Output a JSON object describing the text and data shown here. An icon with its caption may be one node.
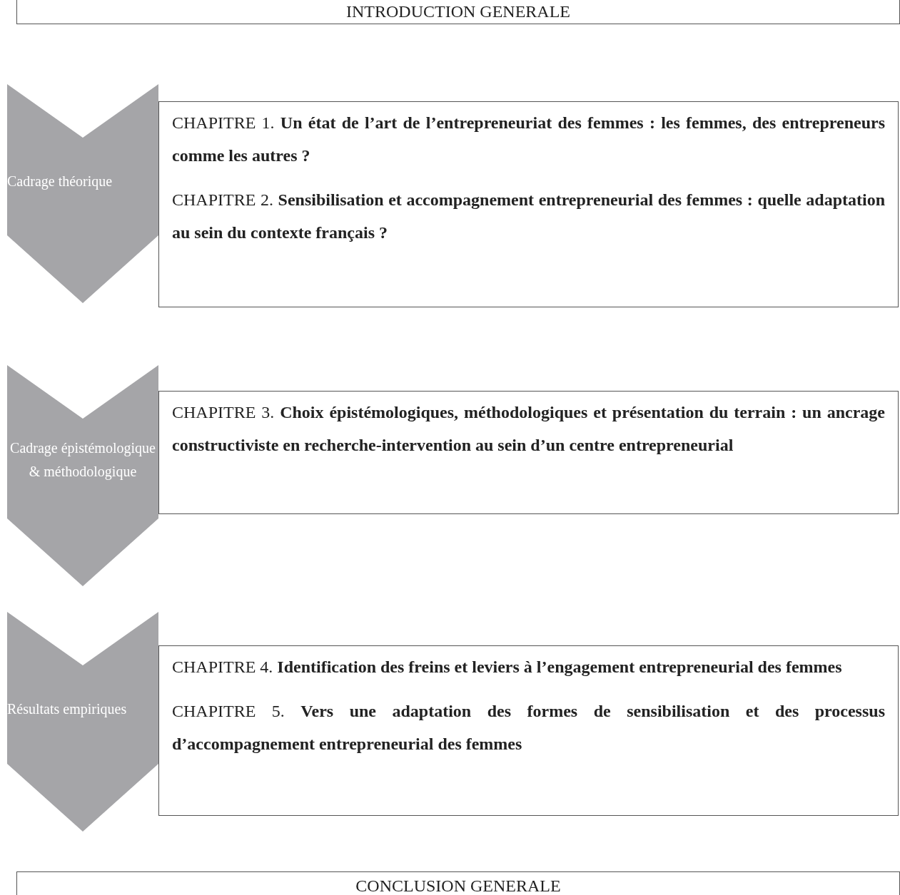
{
  "diagram": {
    "nodes": [
      {
        "text": [
          "INTRODUCTION GENERALE"
        ]
      },
      {
        "text": [
          "Cadrage théorique"
        ]
      },
      {
        "text": [
          "CHAPITRE 1. **Un état de l’art de l’entrepreneuriat des femmes : les femmes, des entrepreneurs comme les autres ?**",
          "CHAPITRE 2. **Sensibilisation et accompagnement entrepreneurial des femmes : quelle adaptation au sein du contexte français ?**"
        ]
      },
      {
        "text": [
          "Cadrage épistémologique & méthodologique"
        ]
      },
      {
        "text": [
          "CHAPITRE 3. **Choix épistémologiques, méthodologiques et présentation du terrain : un ancrage constructiviste en recherche-intervention au sein d’un centre entrepreneurial**"
        ]
      },
      {
        "text": [
          "Résultats empiriques"
        ]
      },
      {
        "text": [
          "CHAPITRE 4. **Identification des freins et leviers à l’engagement entrepreneurial des femmes**",
          "CHAPITRE 5. **Vers une adaptation des formes de sensibilisation et des processus d’accompagnement entrepreneurial des femmes**"
        ]
      },
      {
        "text": [
          "CONCLUSION GENERALE"
        ]
      }
    ],
    "edges": []
  }
}
